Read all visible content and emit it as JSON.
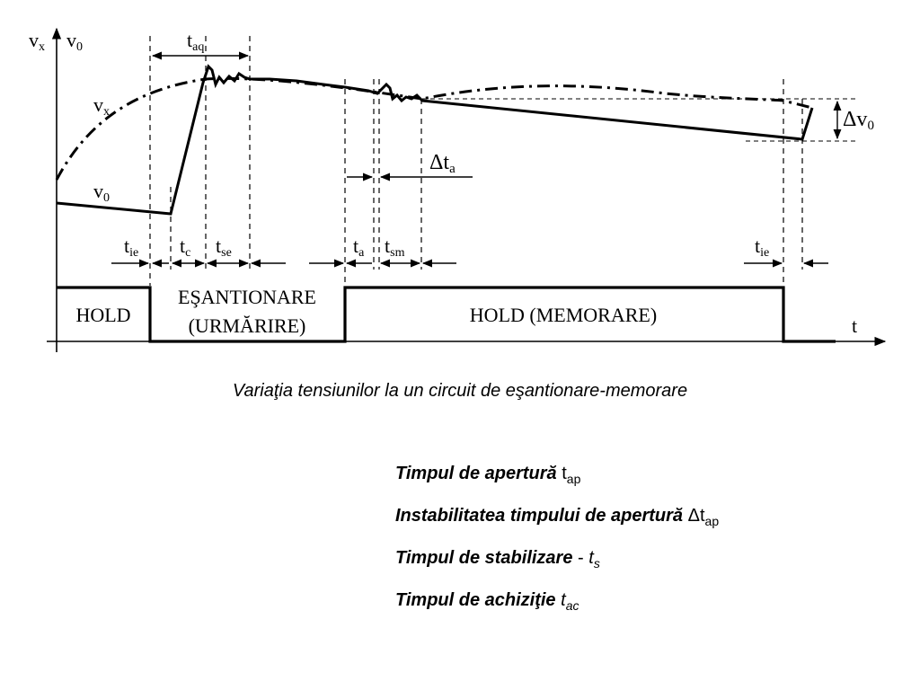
{
  "diagram": {
    "axis_labels": {
      "vx": "v",
      "vx_sub": "x",
      "v0": "v",
      "v0_sub": "0",
      "t": "t"
    },
    "curve_labels": {
      "vx": "v",
      "vx_sub": "x",
      "v0": "v",
      "v0_sub": "0"
    },
    "intervals": {
      "taq": "t",
      "taq_sub": "aq",
      "delta_ta_symbol": "Δt",
      "delta_ta_sub": "a",
      "delta_v0_symbol": "Δv",
      "delta_v0_sub": "0",
      "tie_left": "t",
      "tie_left_sub": "ie",
      "tc": "t",
      "tc_sub": "c",
      "tse": "t",
      "tse_sub": "se",
      "ta": "t",
      "ta_sub": "a",
      "tsm": "t",
      "tsm_sub": "sm",
      "tie_right": "t",
      "tie_right_sub": "ie"
    },
    "modes": {
      "hold": "HOLD",
      "sample_line1": "EŞANTIONARE",
      "sample_line2": "(URMĂRIRE)",
      "hold_memory": "HOLD (MEMORARE)"
    }
  },
  "caption": "Variaţia tensiunilor la un circuit de eşantionare-memorare",
  "definitions": [
    {
      "term": "Timpul de apertură",
      "sep": " ",
      "sym": "t",
      "sub": "ap",
      "sym_italic": false
    },
    {
      "term": "Instabilitatea timpului de apertură",
      "sep": " ",
      "sym": "Δt",
      "sub": "ap",
      "sym_italic": false
    },
    {
      "term": "Timpul de stabilizare",
      "sep": " - ",
      "sym": "t",
      "sub": "s",
      "sym_italic": true
    },
    {
      "term": "Timpul de achiziţie",
      "sep": " ",
      "sym": "t",
      "sub": "ac",
      "sym_italic": true
    }
  ]
}
